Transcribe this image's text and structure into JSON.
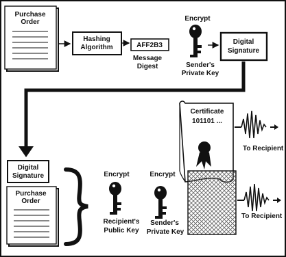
{
  "colors": {
    "ink": "#111111",
    "paper": "#ffffff",
    "texture": "#666666"
  },
  "purchase_order_top": {
    "line1": "Purchase",
    "line2": "Order"
  },
  "hashing_box": {
    "line1": "Hashing",
    "line2": "Algorithm"
  },
  "digest_box": {
    "value": "AFF2B3",
    "caption_line1": "Message",
    "caption_line2": "Digest"
  },
  "key_top": {
    "title": "Encrypt",
    "caption_line1": "Sender's",
    "caption_line2": "Private Key",
    "icon": "key-icon"
  },
  "signature_top": {
    "line1": "Digital",
    "line2": "Signature"
  },
  "certificate": {
    "line1": "Certificate",
    "line2": "101101 ...",
    "destination": "To Recipient",
    "icon": "wax-seal-icon"
  },
  "signature_bottom": {
    "line1": "Digital",
    "line2": "Signature"
  },
  "purchase_order_bottom": {
    "line1": "Purchase",
    "line2": "Order"
  },
  "key_recipient": {
    "title": "Encrypt",
    "caption_line1": "Recipient's",
    "caption_line2": "Public Key",
    "icon": "key-icon"
  },
  "key_sender": {
    "title": "Encrypt",
    "caption_line1": "Sender's",
    "caption_line2": "Private Key",
    "icon": "key-icon"
  },
  "encrypted_package": {
    "destination": "To Recipient",
    "icon": "signal-wave-icon"
  }
}
